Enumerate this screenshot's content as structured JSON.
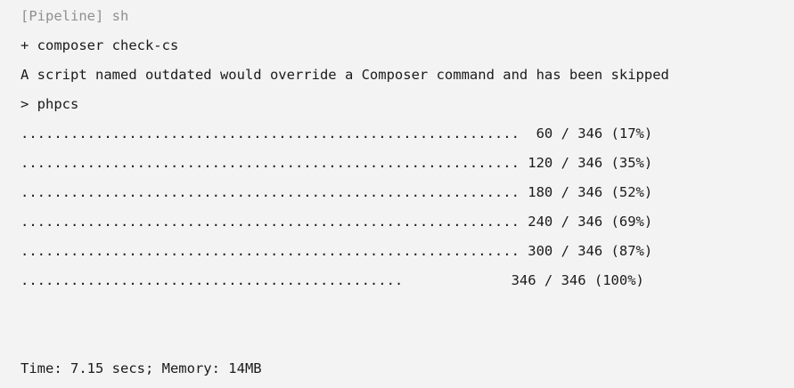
{
  "console": {
    "pipeline_step": "[Pipeline] sh",
    "command": "+ composer check-cs",
    "warning": "A script named outdated would override a Composer command and has been skipped",
    "script_name": "> phpcs",
    "progress": [
      {
        "text": "............................................................  60 / 346 (17%)",
        "done": 60,
        "total": 346,
        "percent": 17
      },
      {
        "text": "............................................................ 120 / 346 (35%)",
        "done": 120,
        "total": 346,
        "percent": 35
      },
      {
        "text": "............................................................ 180 / 346 (52%)",
        "done": 180,
        "total": 346,
        "percent": 52
      },
      {
        "text": "............................................................ 240 / 346 (69%)",
        "done": 240,
        "total": 346,
        "percent": 69
      },
      {
        "text": "............................................................ 300 / 346 (87%)",
        "done": 300,
        "total": 346,
        "percent": 87
      },
      {
        "text": "..............................................             346 / 346 (100%)",
        "done": 346,
        "total": 346,
        "percent": 100
      }
    ],
    "summary": "Time: 7.15 secs; Memory: 14MB"
  }
}
